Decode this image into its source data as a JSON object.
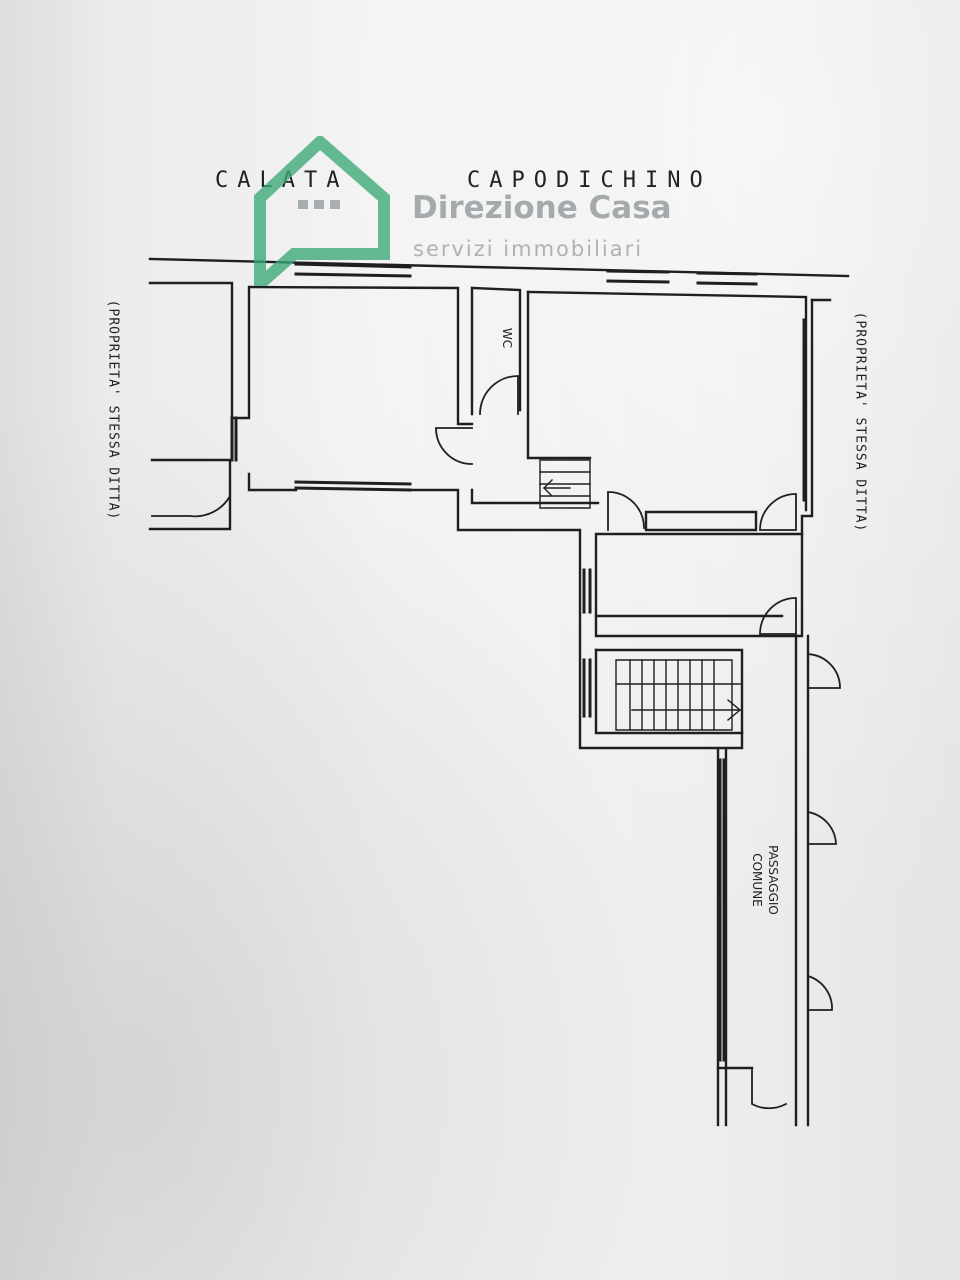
{
  "plan": {
    "street": {
      "left_word": "CALATA",
      "right_word": "CAPODICHINO"
    },
    "neighbor_left": "(PROPRIETA' STESSA DITTA)",
    "neighbor_right": "(PROPRIETA' STESSA DITTA)",
    "rooms": {
      "wc": "WC",
      "passaggio_line1": "PASSAGGIO",
      "passaggio_line2": "COMUNE"
    }
  },
  "watermark": {
    "brand_name": "Direzione Casa",
    "tagline": "servizi immobiliari",
    "accent_color": "#3aa876"
  }
}
